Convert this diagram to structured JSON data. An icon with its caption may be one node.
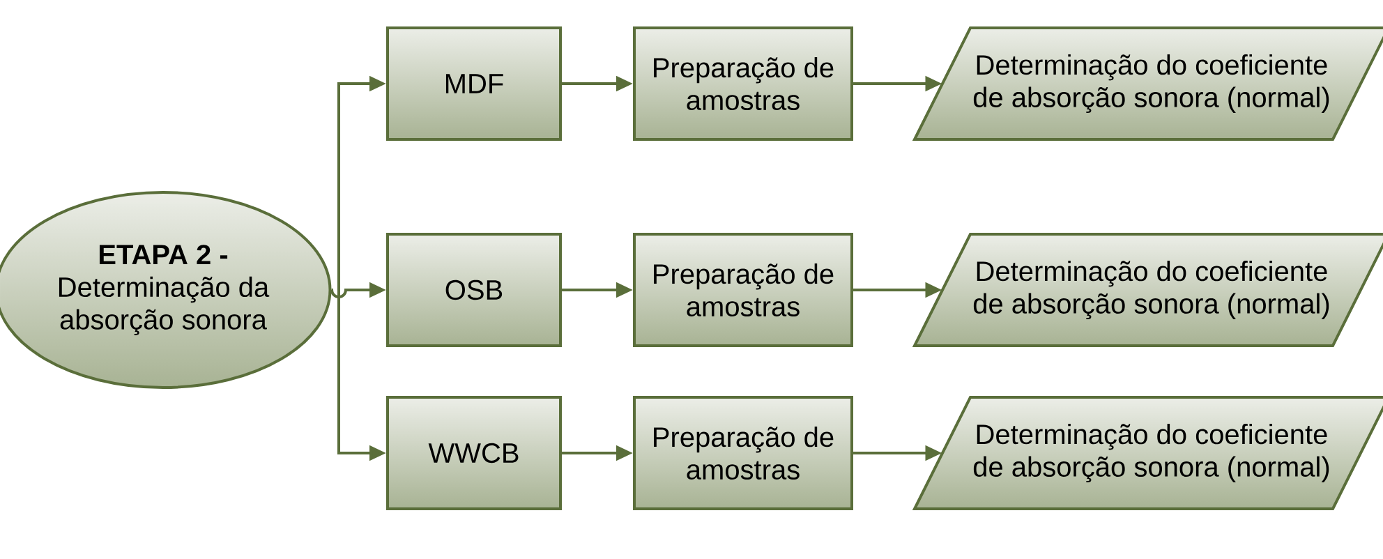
{
  "diagram": {
    "nodes": [
      {
        "text": [
          "ETAPA 2 -",
          "Determinação da absorção sonora"
        ]
      },
      {
        "text": [
          "MDF"
        ]
      },
      {
        "text": [
          "Preparação de amostras"
        ]
      },
      {
        "text": [
          "Determinação do coeficiente de absorção sonora (normal)"
        ]
      },
      {
        "text": [
          "OSB"
        ]
      },
      {
        "text": [
          "Preparação de amostras"
        ]
      },
      {
        "text": [
          "Determinação do coeficiente de absorção sonora (normal)"
        ]
      },
      {
        "text": [
          "WWCB"
        ]
      },
      {
        "text": [
          "Preparação de amostras"
        ]
      },
      {
        "text": [
          "Determinação do coeficiente de absorção sonora (normal)"
        ]
      }
    ],
    "edges": [
      {
        "from": 0,
        "to": 1,
        "arrow": "to"
      },
      {
        "from": 0,
        "to": 4,
        "arrow": "to"
      },
      {
        "from": 0,
        "to": 7,
        "arrow": "to"
      },
      {
        "from": 1,
        "to": 2,
        "arrow": "to"
      },
      {
        "from": 2,
        "to": 3,
        "arrow": "to"
      },
      {
        "from": 4,
        "to": 5,
        "arrow": "to"
      },
      {
        "from": 5,
        "to": 6,
        "arrow": "to"
      },
      {
        "from": 7,
        "to": 8,
        "arrow": "to"
      },
      {
        "from": 8,
        "to": 9,
        "arrow": "to"
      }
    ]
  }
}
